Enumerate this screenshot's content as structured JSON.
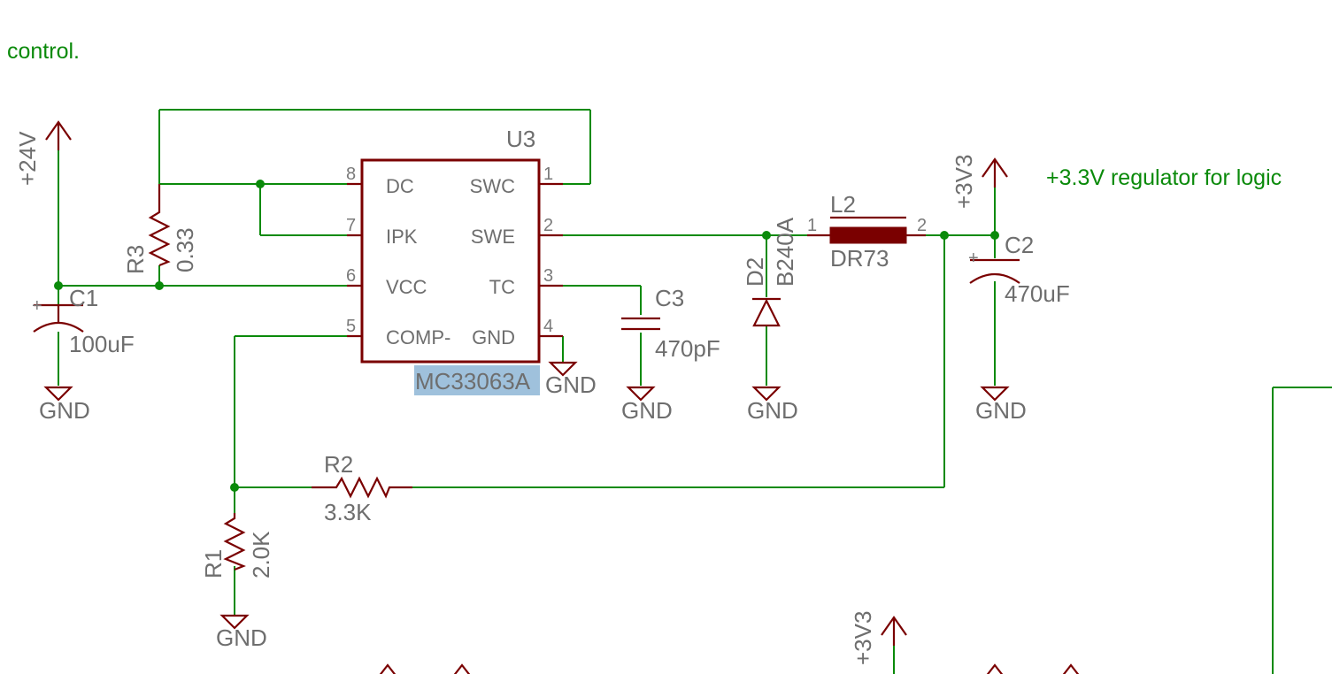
{
  "notes": {
    "top": "control.",
    "regulator": "+3.3V regulator for logic"
  },
  "ic": {
    "ref": "U3",
    "part": "MC33063A",
    "pins_left": [
      {
        "num": "8",
        "name": "DC"
      },
      {
        "num": "7",
        "name": "IPK"
      },
      {
        "num": "6",
        "name": "VCC"
      },
      {
        "num": "5",
        "name": "COMP-"
      }
    ],
    "pins_right": [
      {
        "num": "1",
        "name": "SWC"
      },
      {
        "num": "2",
        "name": "SWE"
      },
      {
        "num": "3",
        "name": "TC"
      },
      {
        "num": "4",
        "name": "GND"
      }
    ]
  },
  "power": {
    "v24": "+24V",
    "v3v3": "+3V3",
    "gnd": "GND"
  },
  "components": {
    "c1": {
      "ref": "C1",
      "value": "100uF"
    },
    "c2": {
      "ref": "C2",
      "value": "470uF"
    },
    "c3": {
      "ref": "C3",
      "value": "470pF"
    },
    "r1": {
      "ref": "R1",
      "value": "2.0K"
    },
    "r2": {
      "ref": "R2",
      "value": "3.3K"
    },
    "r3": {
      "ref": "R3",
      "value": "0.33"
    },
    "d2": {
      "ref": "D2",
      "value": "B240A"
    },
    "l2": {
      "ref": "L2",
      "value": "DR73",
      "pin1": "1",
      "pin2": "2"
    }
  },
  "colors": {
    "wire": "#0a8a0a",
    "part": "#7a0000",
    "label": "#6e6e6e",
    "highlight": "#9fc1dc"
  }
}
